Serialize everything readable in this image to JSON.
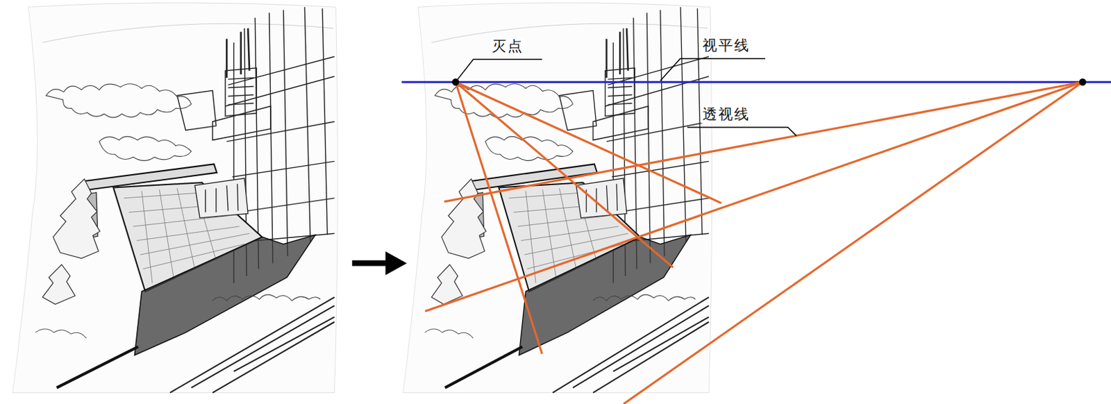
{
  "diagram": {
    "labels": [
      "灭点",
      "视平线",
      "透视线"
    ]
  }
}
